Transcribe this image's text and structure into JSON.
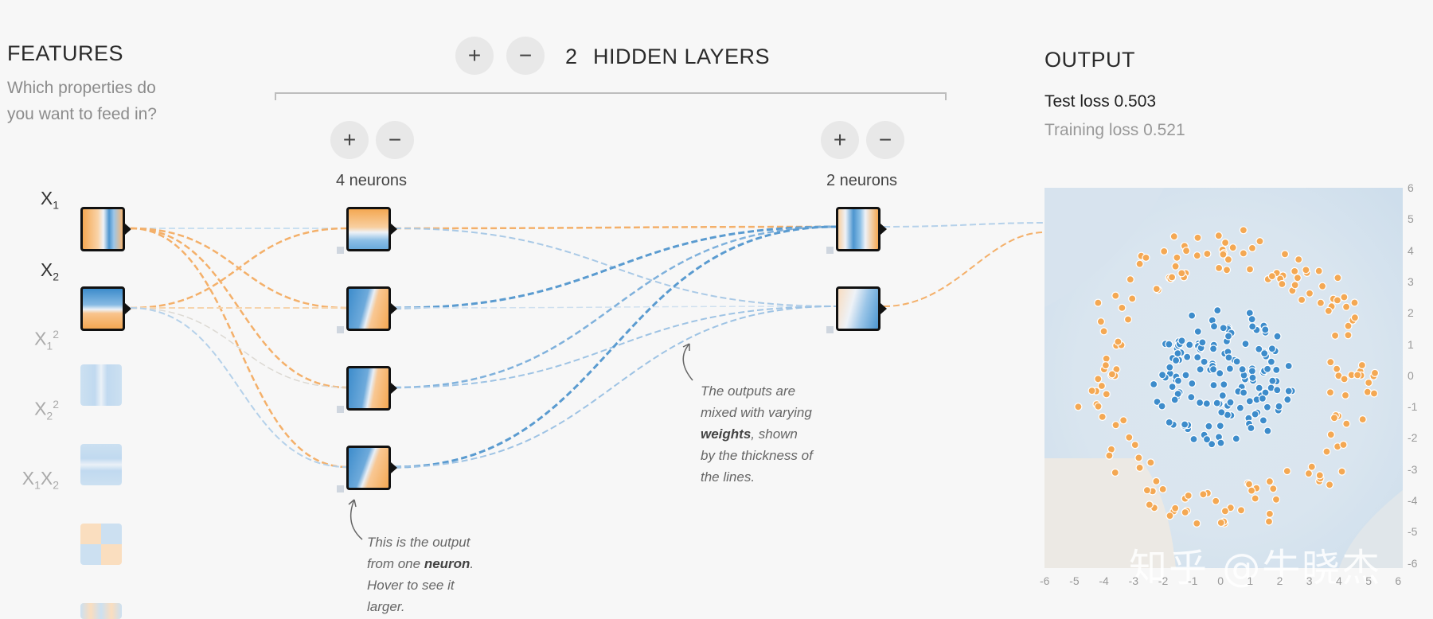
{
  "features": {
    "title": "FEATURES",
    "subtitle_line1": "Which properties do",
    "subtitle_line2": "you want to feed in?",
    "items": [
      {
        "base": "X",
        "sub": "1",
        "sup": "",
        "active": true
      },
      {
        "base": "X",
        "sub": "2",
        "sup": "",
        "active": true
      },
      {
        "base": "X",
        "sub": "1",
        "sup": "2",
        "active": false
      },
      {
        "base": "X",
        "sub": "2",
        "sup": "2",
        "active": false
      },
      {
        "base": "X",
        "sub": "1",
        "sup": "",
        "base2": "X",
        "sub2": "2",
        "active": false
      }
    ]
  },
  "hidden": {
    "add_symbol": "+",
    "remove_symbol": "−",
    "count": "2",
    "label": "HIDDEN LAYERS",
    "layers": [
      {
        "neurons_label": "4 neurons",
        "add_symbol": "+",
        "remove_symbol": "−"
      },
      {
        "neurons_label": "2 neurons",
        "add_symbol": "+",
        "remove_symbol": "−"
      }
    ]
  },
  "annotations": {
    "weights": {
      "line1": "The outputs are",
      "line2": "mixed with varying",
      "line3_bold": "weights",
      "line3_rest": ", shown",
      "line4": "by the thickness of",
      "line5": "the lines."
    },
    "neuron": {
      "line1": "This is the output",
      "line2_pre": "from one ",
      "line2_bold": "neuron",
      "line2_post": ".",
      "line3": "Hover to see it",
      "line4": "larger."
    }
  },
  "output": {
    "title": "OUTPUT",
    "test_loss": "Test loss 0.503",
    "training_loss": "Training loss 0.521",
    "y_ticks": [
      "6",
      "5",
      "4",
      "3",
      "2",
      "1",
      "0",
      "-1",
      "-2",
      "-3",
      "-4",
      "-5",
      "-6"
    ],
    "x_ticks": [
      "-6",
      "-5",
      "-4",
      "-3",
      "-2",
      "-1",
      "0",
      "1",
      "2",
      "3",
      "4",
      "5",
      "6"
    ],
    "watermark": "知乎 @牛晓杰"
  },
  "colors": {
    "positive": "#f4a853",
    "negative": "#3d8ccb",
    "background": "#f7f7f7"
  }
}
